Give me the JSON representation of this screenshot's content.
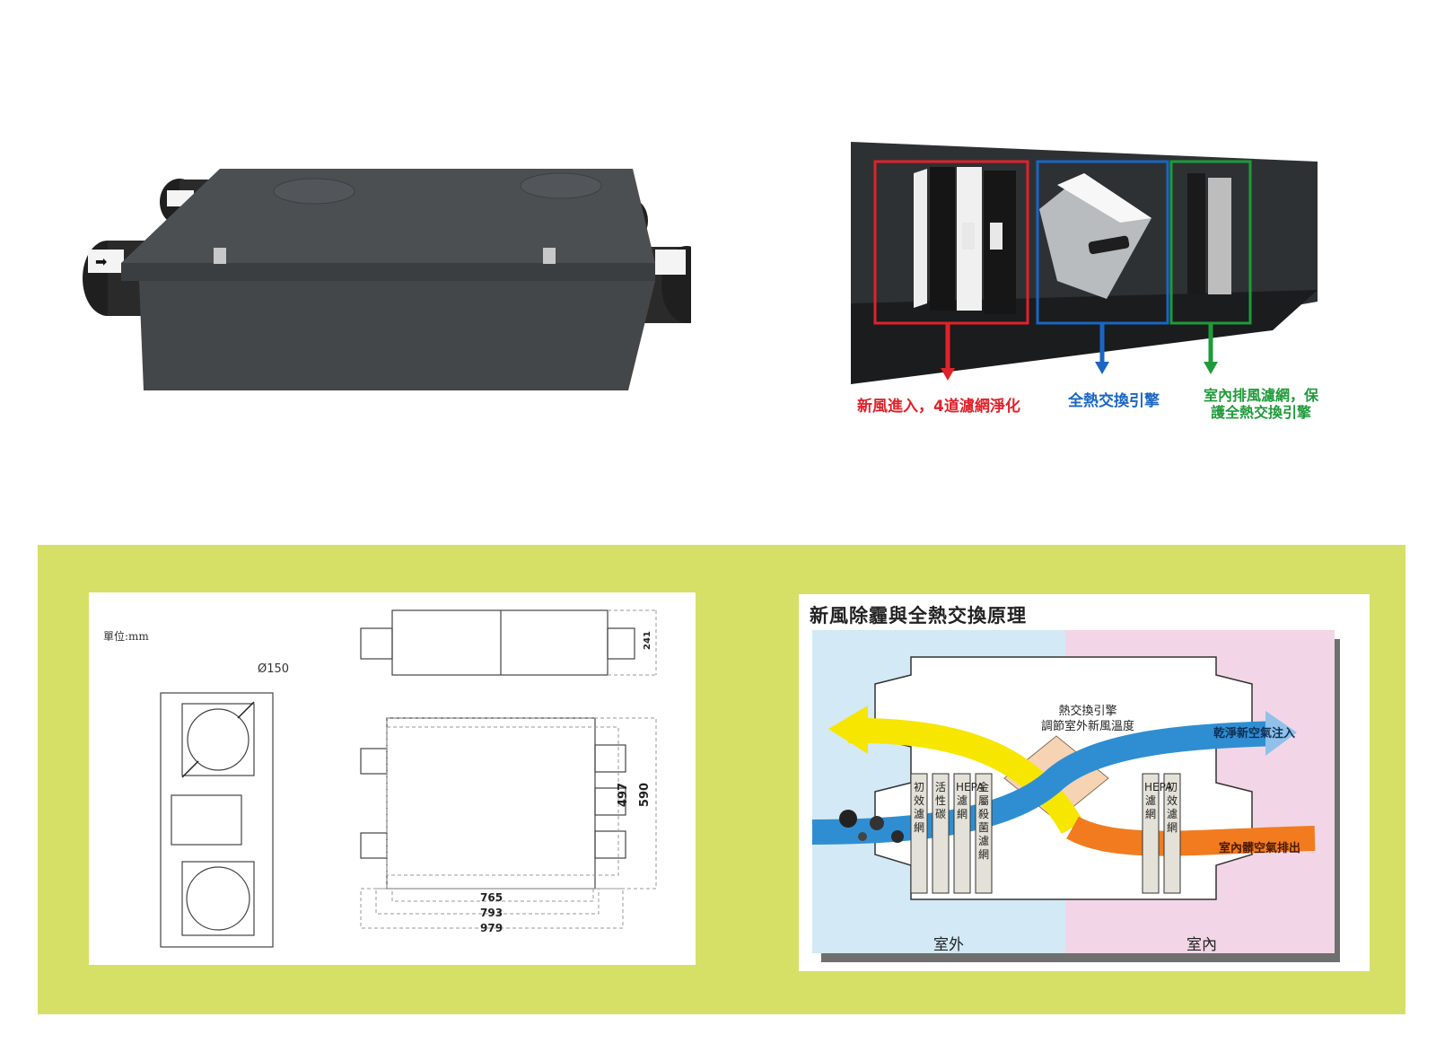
{
  "filter_labels": {
    "red": "新風進入，4道濾網淨化",
    "blue": "全熱交換引擎",
    "green": "室內排風濾網，保護全熱交換引擎"
  },
  "dimensions": {
    "unit": "單位:mm",
    "diameter": "Ø150",
    "height_241": "241",
    "d497": "497",
    "d590": "590",
    "d765": "765",
    "d793": "793",
    "d979": "979"
  },
  "principle": {
    "title": "新風除霾與全熱交換原理",
    "engine_line1": "熱交換引擎",
    "engine_line2": "調節室外新風溫度",
    "clean_air_in": "乾淨新空氣注入",
    "dirty_air_out": "室內髒空氣排出",
    "outdoor": "室外",
    "indoor": "室內",
    "filters_left": [
      "初效濾網",
      "活性碳",
      "HEPA濾網",
      "金屬殺菌濾網"
    ],
    "filters_right": [
      "HEPA濾網",
      "初效濾網"
    ]
  },
  "colors": {
    "panel": "#d6e066",
    "red": "#e0222a",
    "blue": "#1a66c2",
    "green": "#1f9a3a",
    "outdoor_bg": "#d3e9f5",
    "indoor_bg": "#f2d6e7"
  }
}
